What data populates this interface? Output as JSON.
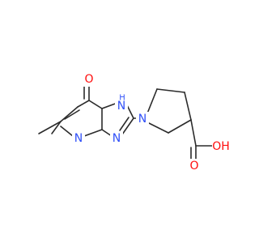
{
  "molecule": {
    "colors": {
      "N": "#3050f8",
      "O": "#ff0d0d",
      "C": "#2b2b2b"
    },
    "labels": {
      "oxo_O": "O",
      "n1": "N",
      "n1_h": "H",
      "n_pyrimidine": "N",
      "n_triazole": "N",
      "n_pyrrolidine": "N",
      "acid_O": "O",
      "acid_OH": "OH"
    }
  }
}
